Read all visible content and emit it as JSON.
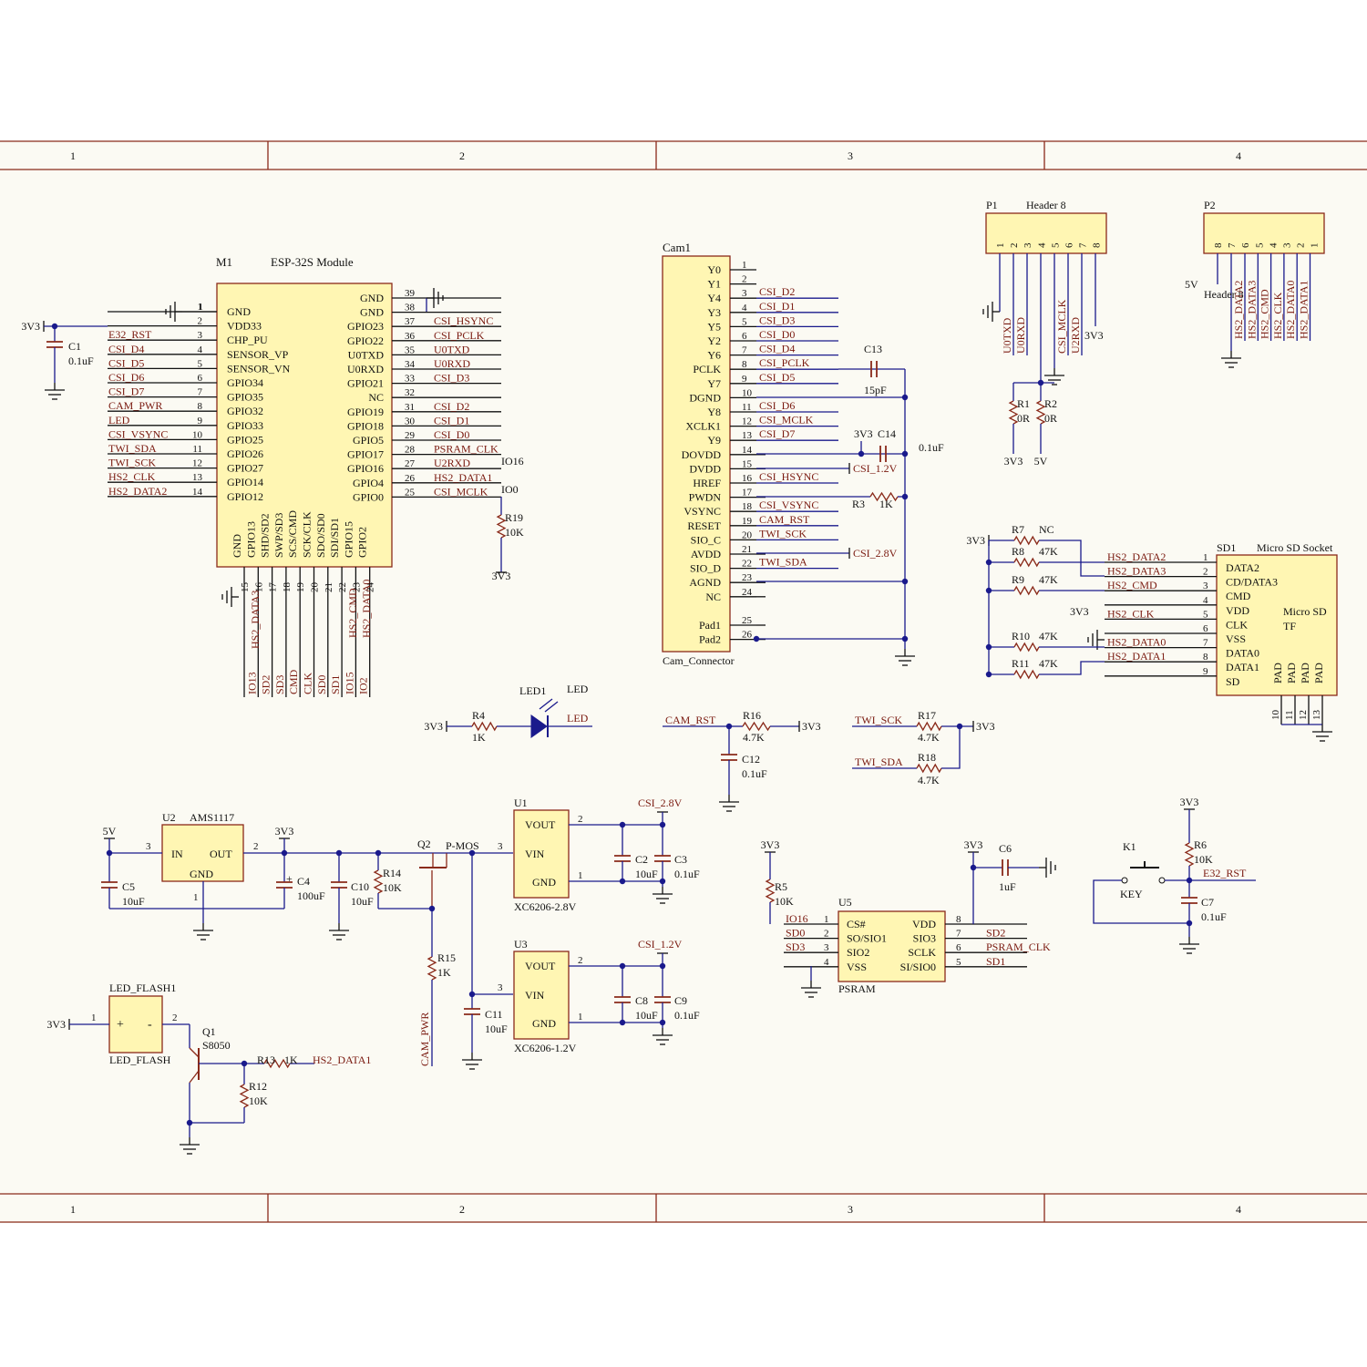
{
  "colors": {
    "page": "#ffffff",
    "sheet": "#fbfaf3",
    "frame": "#8a2a1a",
    "body": "#fff6b3",
    "wire": "#1a1a8c",
    "text": "#111111",
    "label": "#7a1a10"
  },
  "zones": [
    "1",
    "2",
    "3",
    "4"
  ],
  "m1": {
    "designator": "M1",
    "title": "ESP-32S Module",
    "left": [
      [
        "1",
        "GND",
        ""
      ],
      [
        "2",
        "VDD33",
        ""
      ],
      [
        "3",
        "CHP_PU",
        "E32_RST"
      ],
      [
        "4",
        "SENSOR_VP",
        "CSI_D4"
      ],
      [
        "5",
        "SENSOR_VN",
        "CSI_D5"
      ],
      [
        "6",
        "GPIO34",
        "CSI_D6"
      ],
      [
        "7",
        "GPIO35",
        "CSI_D7"
      ],
      [
        "8",
        "GPIO32",
        "CAM_PWR"
      ],
      [
        "9",
        "GPIO33",
        "LED"
      ],
      [
        "10",
        "GPIO25",
        "CSI_VSYNC"
      ],
      [
        "11",
        "GPIO26",
        "TWI_SDA"
      ],
      [
        "12",
        "GPIO27",
        "TWI_SCK"
      ],
      [
        "13",
        "GPIO14",
        "HS2_CLK"
      ],
      [
        "14",
        "GPIO12",
        "HS2_DATA2"
      ]
    ],
    "right": [
      [
        "39",
        "GND",
        ""
      ],
      [
        "38",
        "GND",
        ""
      ],
      [
        "37",
        "GPIO23",
        "CSI_HSYNC"
      ],
      [
        "36",
        "GPIO22",
        "CSI_PCLK"
      ],
      [
        "35",
        "U0TXD",
        "U0TXD"
      ],
      [
        "34",
        "U0RXD",
        "U0RXD"
      ],
      [
        "33",
        "GPIO21",
        "CSI_D3"
      ],
      [
        "32",
        "NC",
        ""
      ],
      [
        "31",
        "GPIO19",
        "CSI_D2"
      ],
      [
        "30",
        "GPIO18",
        "CSI_D1"
      ],
      [
        "29",
        "GPIO5",
        "CSI_D0"
      ],
      [
        "28",
        "GPIO17",
        "PSRAM_CLK"
      ],
      [
        "27",
        "GPIO16",
        "U2RXD"
      ],
      [
        "26",
        "GPIO4",
        "HS2_DATA1"
      ],
      [
        "25",
        "GPIO0",
        "CSI_MCLK"
      ]
    ],
    "bottom": [
      [
        "15",
        "GND",
        ""
      ],
      [
        "16",
        "GPIO13",
        "IO13"
      ],
      [
        "17",
        "SHD/SD2",
        "SD2"
      ],
      [
        "18",
        "SWP/SD3",
        "SD3"
      ],
      [
        "19",
        "SCS/CMD",
        "CMD"
      ],
      [
        "20",
        "SCK/CLK",
        "CLK"
      ],
      [
        "21",
        "SDO/SD0",
        "SD0"
      ],
      [
        "22",
        "SDI/SD1",
        "SD1"
      ],
      [
        "23",
        "GPIO15",
        "IO15"
      ],
      [
        "24",
        "GPIO2",
        "IO2"
      ]
    ],
    "bottom_extra": [
      "HS2_DATA3",
      "HS2_CMD",
      "HS2_DATA0"
    ],
    "io16": "IO16",
    "io0": "IO0"
  },
  "cam": {
    "designator": "Cam1",
    "footer": "Cam_Connector",
    "pins": [
      [
        "Y0",
        "1",
        ""
      ],
      [
        "Y1",
        "2",
        ""
      ],
      [
        "Y4",
        "3",
        "CSI_D2"
      ],
      [
        "Y3",
        "4",
        "CSI_D1"
      ],
      [
        "Y5",
        "5",
        "CSI_D3"
      ],
      [
        "Y2",
        "6",
        "CSI_D0"
      ],
      [
        "Y6",
        "7",
        "CSI_D4"
      ],
      [
        "PCLK",
        "8",
        "CSI_PCLK"
      ],
      [
        "Y7",
        "9",
        "CSI_D5"
      ],
      [
        "DGND",
        "10",
        ""
      ],
      [
        "Y8",
        "11",
        "CSI_D6"
      ],
      [
        "XCLK1",
        "12",
        "CSI_MCLK"
      ],
      [
        "Y9",
        "13",
        "CSI_D7"
      ],
      [
        "DOVDD",
        "14",
        ""
      ],
      [
        "DVDD",
        "15",
        ""
      ],
      [
        "HREF",
        "16",
        "CSI_HSYNC"
      ],
      [
        "PWDN",
        "17",
        ""
      ],
      [
        "VSYNC",
        "18",
        "CSI_VSYNC"
      ],
      [
        "RESET",
        "19",
        "CAM_RST"
      ],
      [
        "SIO_C",
        "20",
        "TWI_SCK"
      ],
      [
        "AVDD",
        "21",
        ""
      ],
      [
        "SIO_D",
        "22",
        "TWI_SDA"
      ],
      [
        "AGND",
        "23",
        ""
      ],
      [
        "NC",
        "24",
        ""
      ],
      [
        "Pad1",
        "25",
        ""
      ],
      [
        "Pad2",
        "26",
        ""
      ]
    ],
    "c13": "C13",
    "c13_val": "15pF",
    "c14": "C14",
    "c14_val": "0.1uF",
    "csi12": "CSI_1.2V",
    "csi28": "CSI_2.8V",
    "r3": "R3",
    "r3_val": "1K"
  },
  "p1": {
    "designator": "P1",
    "title": "Header 8",
    "pins": [
      "1",
      "2",
      "3",
      "4",
      "5",
      "6",
      "7",
      "8"
    ],
    "nets": [
      "U0TXD",
      "U0RXD",
      "CSI_MCLK",
      "U2RXD"
    ],
    "r1": "R1",
    "r1_val": "0R",
    "r2": "R2",
    "r2_val": "0R"
  },
  "p2": {
    "designator": "P2",
    "title": "Header 8",
    "pins": [
      "8",
      "7",
      "6",
      "5",
      "4",
      "3",
      "2",
      "1"
    ],
    "nets": [
      "HS2_DATA2",
      "HS2_DATA3",
      "HS2_CMD",
      "HS2_CLK",
      "HS2_DATA0",
      "HS2_DATA1"
    ]
  },
  "sd": {
    "designator": "SD1",
    "title": "Micro SD Socket",
    "inner1": "Micro SD",
    "inner2": "TF",
    "pins": [
      [
        "1",
        "DATA2",
        "HS2_DATA2"
      ],
      [
        "2",
        "CD/DATA3",
        "HS2_DATA3"
      ],
      [
        "3",
        "CMD",
        "HS2_CMD"
      ],
      [
        "4",
        "VDD",
        ""
      ],
      [
        "5",
        "CLK",
        "HS2_CLK"
      ],
      [
        "6",
        "VSS",
        ""
      ],
      [
        "7",
        "DATA0",
        "HS2_DATA0"
      ],
      [
        "8",
        "DATA1",
        "HS2_DATA1"
      ],
      [
        "9",
        "SD",
        ""
      ]
    ],
    "pad_label": "PAD",
    "pad_pins": [
      "10",
      "11",
      "12",
      "13"
    ],
    "res": [
      [
        "R7",
        "NC"
      ],
      [
        "R8",
        "47K"
      ],
      [
        "R9",
        "47K"
      ],
      [
        "R10",
        "47K"
      ],
      [
        "R11",
        "47K"
      ]
    ]
  },
  "led": {
    "r4": "R4",
    "r4_val": "1K",
    "led1": "LED1",
    "led_label": "LED",
    "net": "LED"
  },
  "cam_rst": {
    "net": "CAM_RST",
    "r16": "R16",
    "r16_val": "4.7K",
    "c12": "C12",
    "c12_val": "0.1uF"
  },
  "twi": {
    "sck": "TWI_SCK",
    "sda": "TWI_SDA",
    "r17": "R17",
    "r17_val": "4.7K",
    "r18": "R18",
    "r18_val": "4.7K"
  },
  "power": {
    "u2": "U2",
    "u2_name": "AMS1117",
    "u2_pins": [
      "IN",
      "OUT",
      "GND"
    ],
    "c5": "C5",
    "c5_val": "10uF",
    "c4": "C4",
    "c4_val": "100uF",
    "c10": "C10",
    "c10_val": "10uF",
    "r14": "R14",
    "r14_val": "10K",
    "q2": "Q2",
    "q2_type": "P-MOS",
    "r15": "R15",
    "r15_val": "1K",
    "cam_pwr": "CAM_PWR",
    "c11": "C11",
    "c11_val": "10uF",
    "u1": "U1",
    "u1_name": "XC6206-2.8V",
    "u3": "U3",
    "u3_name": "XC6206-1.2V",
    "ldo_pins": [
      "VOUT",
      "VIN",
      "GND"
    ],
    "c2": "C2",
    "c2_val": "10uF",
    "c3": "C3",
    "c3_val": "0.1uF",
    "c8": "C8",
    "c8_val": "10uF",
    "c9": "C9",
    "c9_val": "0.1uF",
    "csi28": "CSI_2.8V",
    "csi12": "CSI_1.2V"
  },
  "flash": {
    "name": "LED_FLASH1",
    "footer": "LED_FLASH",
    "plus": "+",
    "minus": "-",
    "q1": "Q1",
    "q1_type": "S8050",
    "r13": "R13",
    "r13_val": "1K",
    "net": "HS2_DATA1",
    "r12": "R12",
    "r12_val": "10K"
  },
  "psram": {
    "designator": "U5",
    "footer": "PSRAM",
    "left": [
      [
        "1",
        "CS#",
        "IO16"
      ],
      [
        "2",
        "SO/SIO1",
        "SD0"
      ],
      [
        "3",
        "SIO2",
        "SD3"
      ],
      [
        "4",
        "VSS",
        ""
      ]
    ],
    "right": [
      [
        "8",
        "VDD",
        ""
      ],
      [
        "7",
        "SIO3",
        "SD2"
      ],
      [
        "6",
        "SCLK",
        "PSRAM_CLK"
      ],
      [
        "5",
        "SI/SIO0",
        "SD1"
      ]
    ],
    "r5": "R5",
    "r5_val": "10K",
    "c6": "C6",
    "c6_val": "1uF"
  },
  "key": {
    "k1": "K1",
    "label": "KEY",
    "r6": "R6",
    "r6_val": "10K",
    "c7": "C7",
    "c7_val": "0.1uF",
    "net": "E32_RST"
  },
  "rails": {
    "v33": "3V3",
    "v5": "5V"
  },
  "pin_numbers": {
    "c1": "C1",
    "c1_val": "0.1uF",
    "u2_in": "3",
    "u2_out": "2",
    "u2_gnd": "1",
    "q2_d": "3",
    "ldo_vout": "2",
    "ldo_gnd": "1",
    "ldo_vin": "3",
    "flash_p": "1",
    "flash_m": "2",
    "m1_gnd": "1",
    "m1_vdd": "2"
  }
}
